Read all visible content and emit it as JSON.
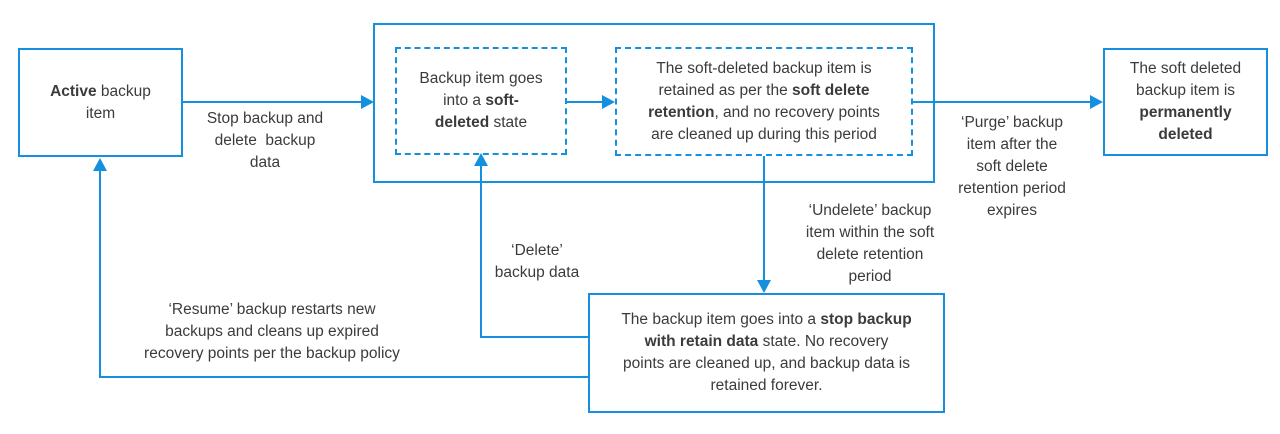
{
  "colors": {
    "accent": "#1490df",
    "text": "#3b3b3b"
  },
  "nodes": {
    "active": {
      "parts": [
        {
          "t": "Active",
          "b": true
        },
        {
          "t": " backup\nitem",
          "b": false
        }
      ]
    },
    "soft_deleted": {
      "parts": [
        {
          "t": "Backup item goes\ninto a ",
          "b": false
        },
        {
          "t": "soft-\ndeleted",
          "b": true
        },
        {
          "t": " state",
          "b": false
        }
      ]
    },
    "retention": {
      "parts": [
        {
          "t": "The soft-deleted backup item is\nretained as per the ",
          "b": false
        },
        {
          "t": "soft delete\nretention",
          "b": true
        },
        {
          "t": ", and no recovery points\nare cleaned up during this period",
          "b": false
        }
      ]
    },
    "permanently_deleted": {
      "parts": [
        {
          "t": "The soft deleted\nbackup item is\n",
          "b": false
        },
        {
          "t": "permanently\ndeleted",
          "b": true
        }
      ]
    },
    "stop_retain": {
      "parts": [
        {
          "t": "The backup item goes into a ",
          "b": false
        },
        {
          "t": "stop backup\nwith retain data",
          "b": true
        },
        {
          "t": " state. No recovery\npoints are cleaned up, and backup data is\nretained forever.",
          "b": false
        }
      ]
    }
  },
  "edges": {
    "stop_delete": "Stop backup and\ndelete  backup\ndata",
    "purge": "‘Purge’ backup\nitem after the\nsoft delete\nretention period\nexpires",
    "undelete": "‘Undelete’ backup\nitem within the soft\ndelete retention\nperiod",
    "delete": "‘Delete’\nbackup data",
    "resume": "‘Resume’ backup restarts new\nbackups and cleans up expired\nrecovery points per the backup policy"
  }
}
